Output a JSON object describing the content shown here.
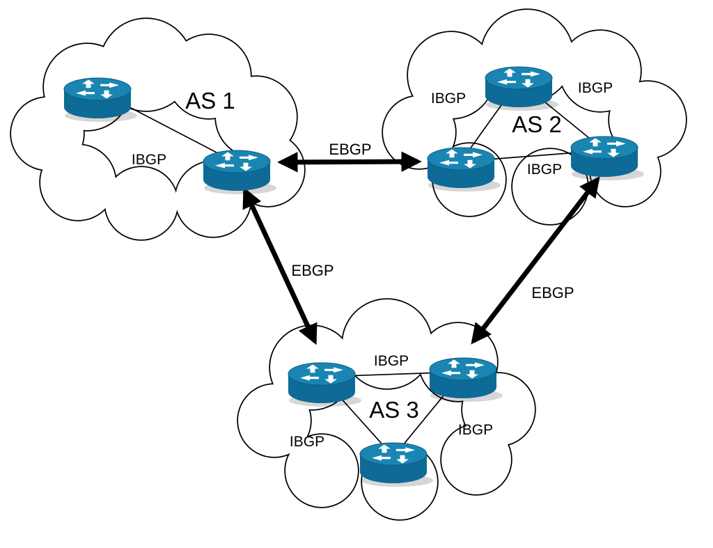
{
  "diagram": {
    "type": "bgp-autonomous-systems-topology",
    "autonomous_systems": [
      {
        "name": "AS 1",
        "routers": [
          {
            "icon": "router-icon"
          },
          {
            "icon": "router-icon"
          }
        ],
        "ibgp_links": [
          {
            "label": "IBGP"
          }
        ]
      },
      {
        "name": "AS 2",
        "routers": [
          {
            "icon": "router-icon"
          },
          {
            "icon": "router-icon"
          },
          {
            "icon": "router-icon"
          }
        ],
        "ibgp_links": [
          {
            "label": "IBGP"
          },
          {
            "label": "IBGP"
          },
          {
            "label": "IBGP"
          }
        ]
      },
      {
        "name": "AS 3",
        "routers": [
          {
            "icon": "router-icon"
          },
          {
            "icon": "router-icon"
          },
          {
            "icon": "router-icon"
          }
        ],
        "ibgp_links": [
          {
            "label": "IBGP"
          },
          {
            "label": "IBGP"
          },
          {
            "label": "IBGP"
          }
        ]
      }
    ],
    "ebgp_links": [
      {
        "label": "EBGP",
        "from": "AS 1",
        "to": "AS 2"
      },
      {
        "label": "EBGP",
        "from": "AS 1",
        "to": "AS 3"
      },
      {
        "label": "EBGP",
        "from": "AS 2",
        "to": "AS 3"
      }
    ],
    "colors": {
      "router_top": "#1a85b2",
      "router_body": "#0e6a96",
      "cloud_fill": "#ffffff",
      "outline": "#000000",
      "background": "#ffffff"
    }
  }
}
